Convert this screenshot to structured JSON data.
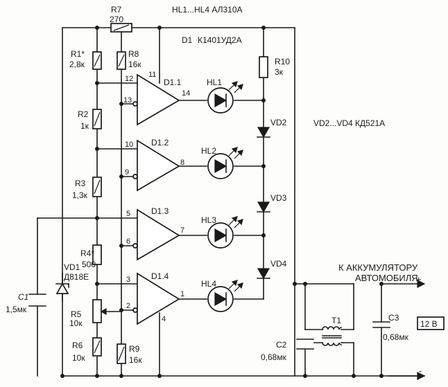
{
  "header": {
    "led_note": "HL1...HL4  АЛ310А",
    "ic_ref": "D1",
    "ic_type": "К1401УД2А",
    "diode_note": "VD2...VD4  КД521А"
  },
  "resistors": {
    "r7": {
      "ref": "R7",
      "value": "270"
    },
    "r1": {
      "ref": "R1*",
      "value": "2,8к"
    },
    "r2": {
      "ref": "R2",
      "value": "1к"
    },
    "r3": {
      "ref": "R3",
      "value": "1,3к"
    },
    "r4": {
      "ref": "R4*",
      "value": "500"
    },
    "r5": {
      "ref": "R5",
      "value": "10к"
    },
    "r6": {
      "ref": "R6",
      "value": "10к"
    },
    "r8": {
      "ref": "R8",
      "value": "16к"
    },
    "r9": {
      "ref": "R9",
      "value": "16к"
    },
    "r10": {
      "ref": "R10",
      "value": "3к"
    }
  },
  "opamps": {
    "d11": {
      "ref": "D1.1",
      "pin_plus": "12",
      "pin_minus": "13",
      "pin_out": "14",
      "pin_supply": "11"
    },
    "d12": {
      "ref": "D1.2",
      "pin_plus": "10",
      "pin_minus": "9",
      "pin_out": "8"
    },
    "d13": {
      "ref": "D1.3",
      "pin_plus": "5",
      "pin_minus": "6",
      "pin_out": "7"
    },
    "d14": {
      "ref": "D1.4",
      "pin_plus": "3",
      "pin_minus": "2",
      "pin_out": "1",
      "pin_gnd": "4"
    }
  },
  "leds": {
    "hl1": "HL1",
    "hl2": "HL2",
    "hl3": "HL3",
    "hl4": "HL4"
  },
  "diodes": {
    "vd2": "VD2",
    "vd3": "VD3",
    "vd4": "VD4"
  },
  "zener": {
    "ref": "VD1",
    "type": "Д818Е"
  },
  "capacitors": {
    "c1": {
      "ref": "C1",
      "value": "1,5мк"
    },
    "c2": {
      "ref": "C2",
      "value": "0,68мк"
    },
    "c3": {
      "ref": "C3",
      "value": "0,68мк"
    }
  },
  "transformer": {
    "ref": "T1"
  },
  "output": {
    "line1": "К АККУМУЛЯТОРУ",
    "line2": "АВТОМОБИЛЯ",
    "plus": "+",
    "minus": "-",
    "voltage": "12 В"
  }
}
